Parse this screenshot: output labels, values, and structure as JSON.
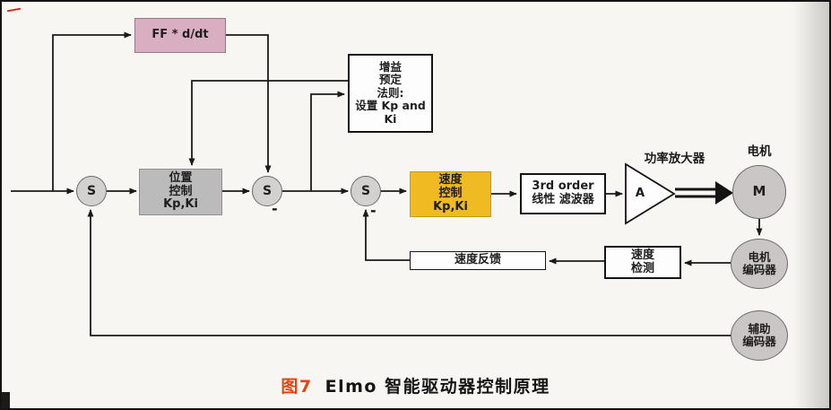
{
  "caption": {
    "fig_label": "图7",
    "title": "Elmo 智能驱动器控制原理"
  },
  "blocks": {
    "ff": {
      "label": "FF * d/dt"
    },
    "gain_schedule": {
      "label": "增益\n预定\n法则:\n设置 Kp and\nKi"
    },
    "position_control": {
      "label": "位置\n控制\nKp,Ki"
    },
    "velocity_control": {
      "label": "速度\n控制\nKp,Ki"
    },
    "filter": {
      "label": "3rd order\n线性 滤波器"
    },
    "amplifier": {
      "label": "A",
      "title": "功率放大器"
    },
    "motor": {
      "label": "M",
      "title": "电机"
    },
    "motor_encoder": {
      "label": "电机\n编码器"
    },
    "aux_encoder": {
      "label": "辅助\n编码器"
    },
    "velocity_feedback": {
      "label": "速度反馈"
    },
    "velocity_detect": {
      "label": "速度\n检测"
    }
  },
  "junctions": {
    "label": "S",
    "minus": "-"
  },
  "colors": {
    "ff_box": "#d9aec1",
    "position_box": "#bbbbbb",
    "velocity_box": "#f0ba22",
    "junction": "#d3d0d0",
    "encoder": "#cac6c6",
    "caption_red": "#e8430f"
  }
}
